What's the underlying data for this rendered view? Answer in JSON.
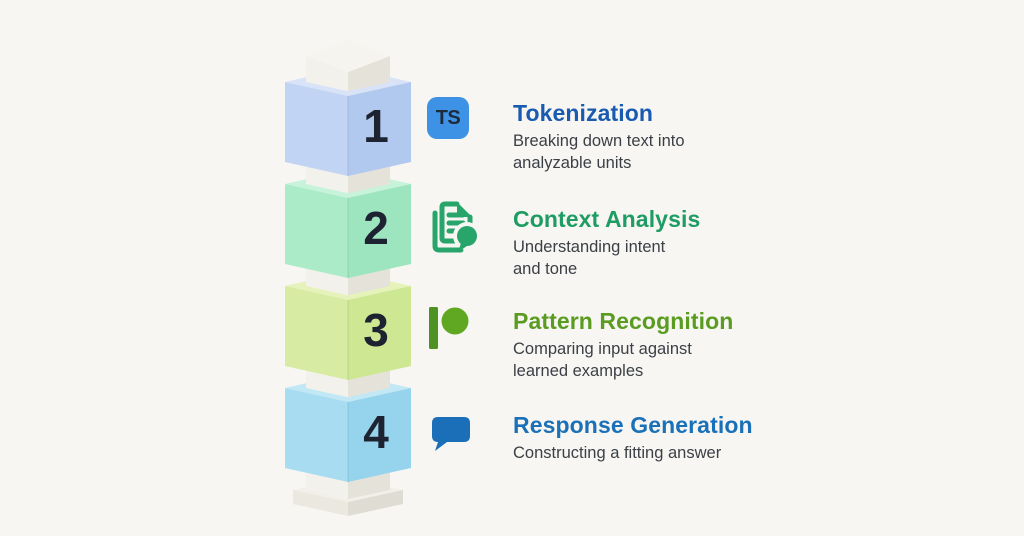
{
  "canvas": {
    "background": "#f8f6f3"
  },
  "tower": {
    "column_left": "#f3f1eb",
    "column_right": "#e5e2da",
    "cap_top": "#f6f4ef",
    "base_top": "#f1efe8",
    "base_left": "#ebe8e0",
    "base_right": "#dfdcd3",
    "number_color": "#1d2330",
    "edge_shade": "rgba(30,40,60,0.08)"
  },
  "text": {
    "description_color": "#3b4046"
  },
  "icon_colors": {
    "ts_bg": "#3e92e6",
    "ts_text": "#1d2b3a",
    "doc_green": "#27a56b",
    "doc_paper": "#f8f6f3",
    "patreon_bar": "#4d9222",
    "patreon_circle": "#60a722",
    "bubble_blue": "#1a6fb8"
  },
  "steps": [
    {
      "number": "1",
      "title": "Tokenization",
      "description": "Breaking down text into\nanalyzable units",
      "title_color": "#195bb0",
      "icon": "ts-badge",
      "icon_label": "TS",
      "block": {
        "left": "#c2d4f3",
        "right": "#b2c9ef",
        "top": "#d8e3f8"
      }
    },
    {
      "number": "2",
      "title": "Context Analysis",
      "description": "Understanding intent\nand tone",
      "title_color": "#1e9c63",
      "icon": "document-search",
      "block": {
        "left": "#abebc8",
        "right": "#9ce5bf",
        "top": "#c6f3da"
      }
    },
    {
      "number": "3",
      "title": "Pattern Recognition",
      "description": "Comparing input against\nlearned examples",
      "title_color": "#5a9c21",
      "icon": "patreon-mark",
      "block": {
        "left": "#d7eca2",
        "right": "#cde792",
        "top": "#e5f3ba"
      }
    },
    {
      "number": "4",
      "title": "Response Generation",
      "description": "Constructing a fitting answer",
      "title_color": "#1b71b7",
      "icon": "speech-bubble",
      "block": {
        "left": "#a7dcf1",
        "right": "#96d4ed",
        "top": "#c2e8f6"
      }
    }
  ]
}
